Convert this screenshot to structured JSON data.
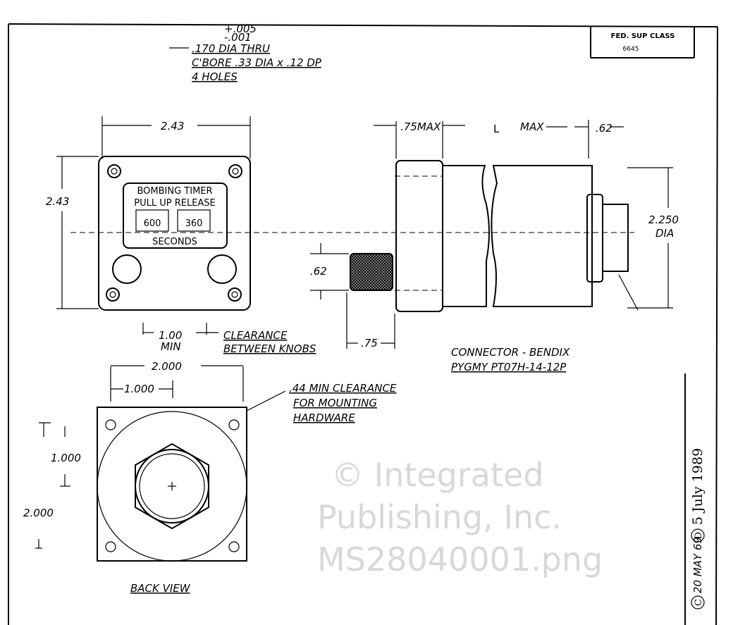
{
  "title_block": {
    "label": "FED. SUP CLASS",
    "value": "6645"
  },
  "hole_note": {
    "tol_plus": "+.005",
    "tol_minus": "-.001",
    "line1": ".170 DIA THRU",
    "line2": "C'BORE .33 DIA x .12 DP",
    "line3": "4 HOLES"
  },
  "front_view": {
    "width_dim": "2.43",
    "height_dim": "2.43",
    "panel_line1": "BOMBING   TIMER",
    "panel_line2": "PULL UP  RELEASE",
    "counter_left": "600",
    "counter_right": "360",
    "panel_units": "SECONDS",
    "knob_dim": "1.00",
    "knob_dim_unit": "MIN",
    "knob_note1": "CLEARANCE",
    "knob_note2": "BETWEEN KNOBS"
  },
  "side_view": {
    "flange_dim": ".75MAX",
    "length_dim": "L",
    "length_suffix": "MAX",
    "connector_len": ".62",
    "diameter": "2.250",
    "diameter_unit": "DIA",
    "knob_height": ".62",
    "knob_len": ".75",
    "connector_note1": "CONNECTOR - BENDIX",
    "connector_note2": "PYGMY PT07H-14-12P"
  },
  "back_view": {
    "width_dim": "2.000",
    "half_width_dim": "1.000",
    "half_height_dim": "1.000",
    "height_dim": "2.000",
    "clearance_note1": ".44 MIN CLEARANCE",
    "clearance_note2": "FOR MOUNTING",
    "clearance_note3": "HARDWARE",
    "caption": "BACK VIEW"
  },
  "revision_strip": {
    "rev_c": "C",
    "rev_c_date": "20 MAY 69",
    "rev_d": "D",
    "rev_d_date": "5 July 1989"
  },
  "watermark": {
    "line1": "© Integrated",
    "line2": "Publishing, Inc.",
    "line3": "MS28040001.png"
  }
}
